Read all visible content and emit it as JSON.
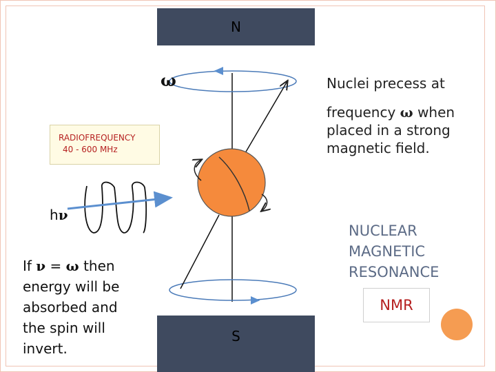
{
  "magnets": {
    "north_label": "N",
    "south_label": "S"
  },
  "omega_symbol": "ω",
  "radiofrequency": {
    "title": "RADIOFREQUENCY",
    "range": "40 - 600 MHz"
  },
  "photon_label": {
    "h": "h",
    "nu": "ν"
  },
  "precess_text": {
    "line1": "Nuclei precess at",
    "line2_before": "frequency ",
    "line2_symbol": "ω",
    "line2_after": " when",
    "line3": "placed in a strong",
    "line4": "magnetic field."
  },
  "resonance_text": {
    "line1_prefix": "If ",
    "nu": "ν",
    "eq": " = ",
    "omega": "ω",
    "line1_suffix": " then",
    "line2": "energy will be",
    "line3": "absorbed and",
    "line4": "the spin will",
    "line5": "invert."
  },
  "nmr": {
    "line1": "NUCLEAR",
    "line2": "MAGNETIC",
    "line3": "RESONANCE",
    "abbrev": "NMR"
  },
  "colors": {
    "magnet": "#3f4a5f",
    "nucleus": "#f58a3c",
    "precession_ellipse": "#4a7ab8",
    "photon_arrow": "#5b8fcf",
    "accent_red": "#b51f1f"
  }
}
